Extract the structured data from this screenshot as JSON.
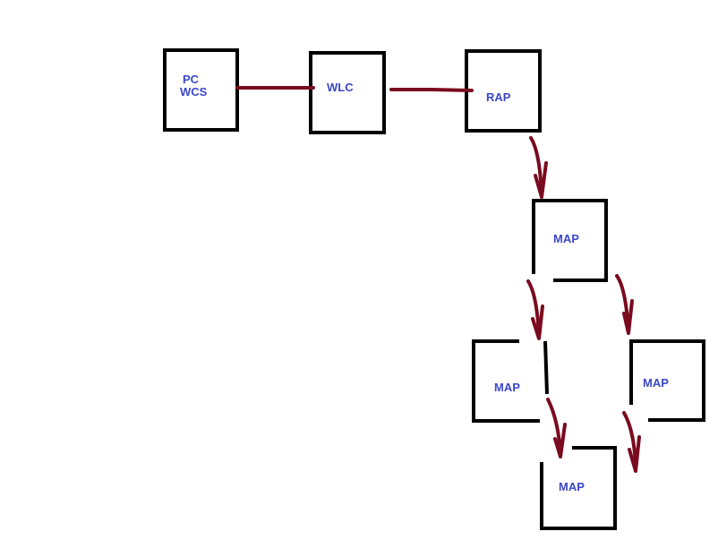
{
  "nodes": {
    "pc_wcs": {
      "lines": [
        "PC",
        "WCS"
      ]
    },
    "wlc": {
      "label": "WLC"
    },
    "rap": {
      "label": "RAP"
    },
    "map1": {
      "label": "MAP"
    },
    "map2": {
      "label": "MAP"
    },
    "map3": {
      "label": "MAP"
    },
    "map4": {
      "label": "MAP"
    }
  },
  "colors": {
    "box_border": "#000000",
    "link": "#7a0a1e",
    "label_text": "#3b48c8"
  }
}
